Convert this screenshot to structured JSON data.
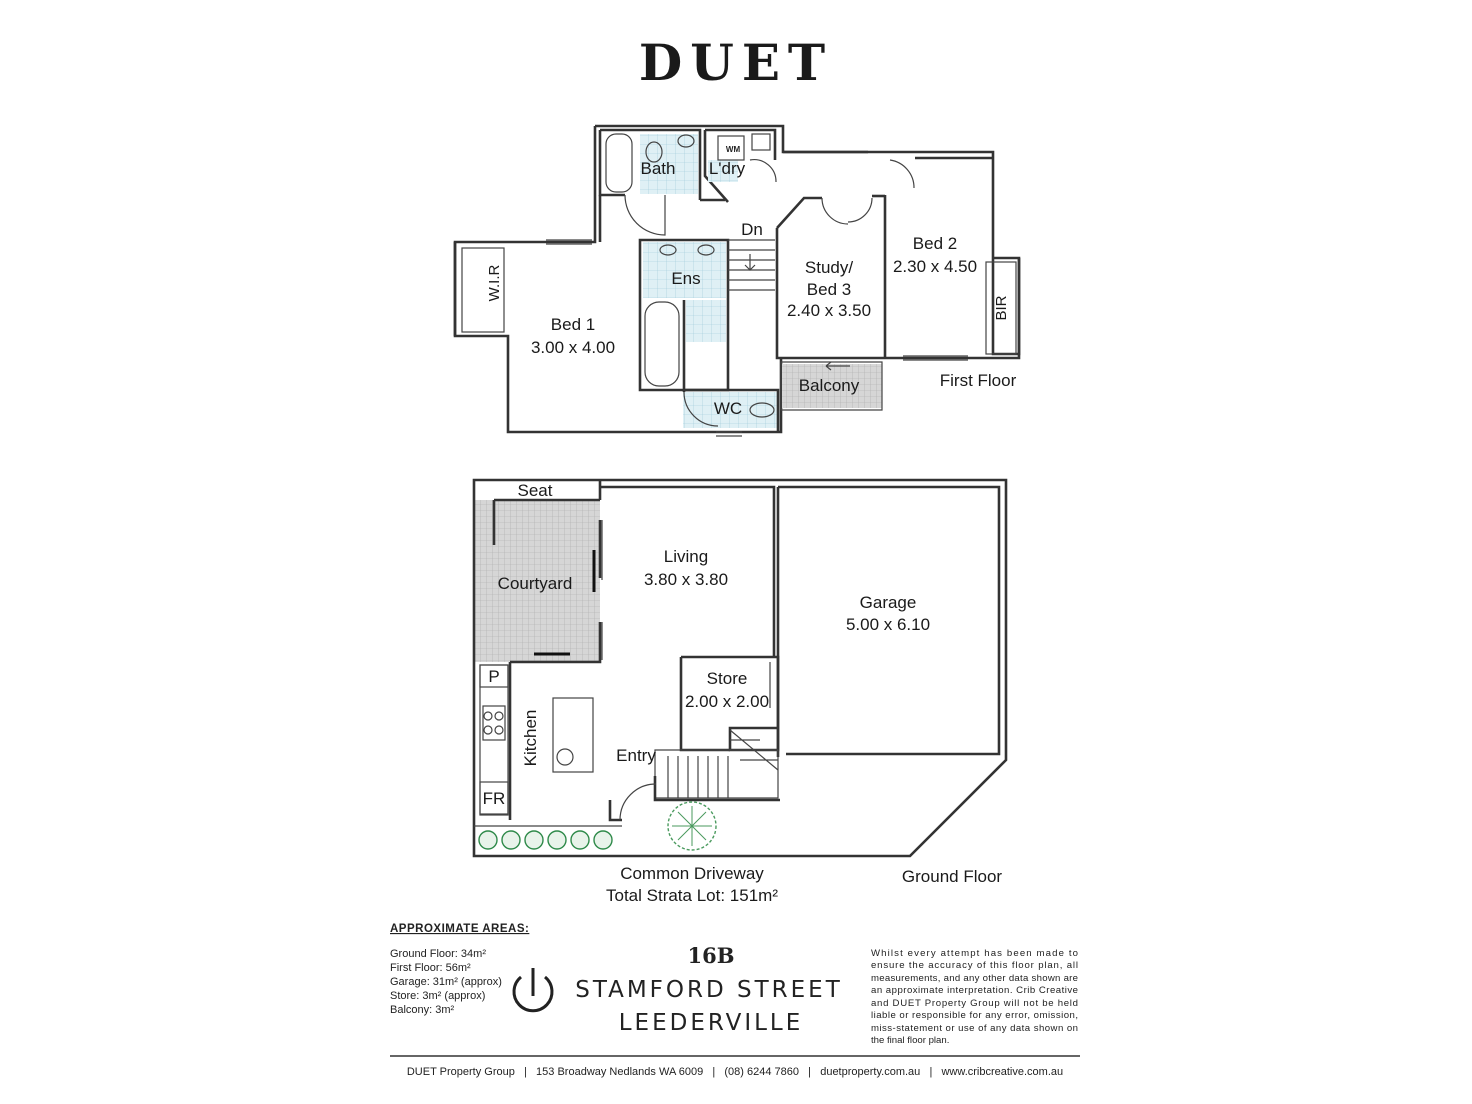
{
  "brand": "DUET",
  "first_floor": {
    "title": "First Floor",
    "rooms": {
      "bath": "Bath",
      "laundry": "L'dry",
      "wm": "WM",
      "dn": "Dn",
      "bed2_name": "Bed 2",
      "bed2_size": "2.30 x 4.50",
      "study_line1": "Study/",
      "study_line2": "Bed 3",
      "study_size": "2.40 x 3.50",
      "wir": "W.I.R",
      "ens": "Ens",
      "bed1_name": "Bed 1",
      "bed1_size": "3.00 x 4.00",
      "bir": "BIR",
      "balcony": "Balcony",
      "wc": "WC"
    }
  },
  "ground_floor": {
    "title": "Ground Floor",
    "rooms": {
      "seat": "Seat",
      "courtyard": "Courtyard",
      "living_name": "Living",
      "living_size": "3.80 x 3.80",
      "garage_name": "Garage",
      "garage_size": "5.00 x 6.10",
      "store_name": "Store",
      "store_size": "2.00 x 2.00",
      "pantry": "P",
      "kitchen": "Kitchen",
      "entry": "Entry",
      "fridge": "FR"
    },
    "driveway": "Common Driveway",
    "strata": "Total Strata Lot: 151m²"
  },
  "areas": {
    "heading": "APPROXIMATE AREAS:",
    "lines": [
      "Ground Floor: 34m²",
      "First Floor: 56m²",
      "Garage: 31m² (approx)",
      "Store: 3m² (approx)",
      "Balcony: 3m²"
    ]
  },
  "address": {
    "number": "16B",
    "street": "STAMFORD STREET",
    "suburb": "LEEDERVILLE"
  },
  "disclaimer": [
    "Whilst every attempt has been made to",
    "ensure the accuracy of this floor plan, all",
    "measurements, and any other data shown are",
    "an approximate interpretation. Crib Creative",
    "and DUET Property Group will not be held",
    "liable or responsible for any error, omission,",
    "miss-statement or use of any data shown on",
    "the final floor plan."
  ],
  "footer": "DUET Property Group   |   153 Broadway Nedlands WA 6009   |   (08) 6244 7860   |   duetproperty.com.au   |   www.cribcreative.com.au"
}
